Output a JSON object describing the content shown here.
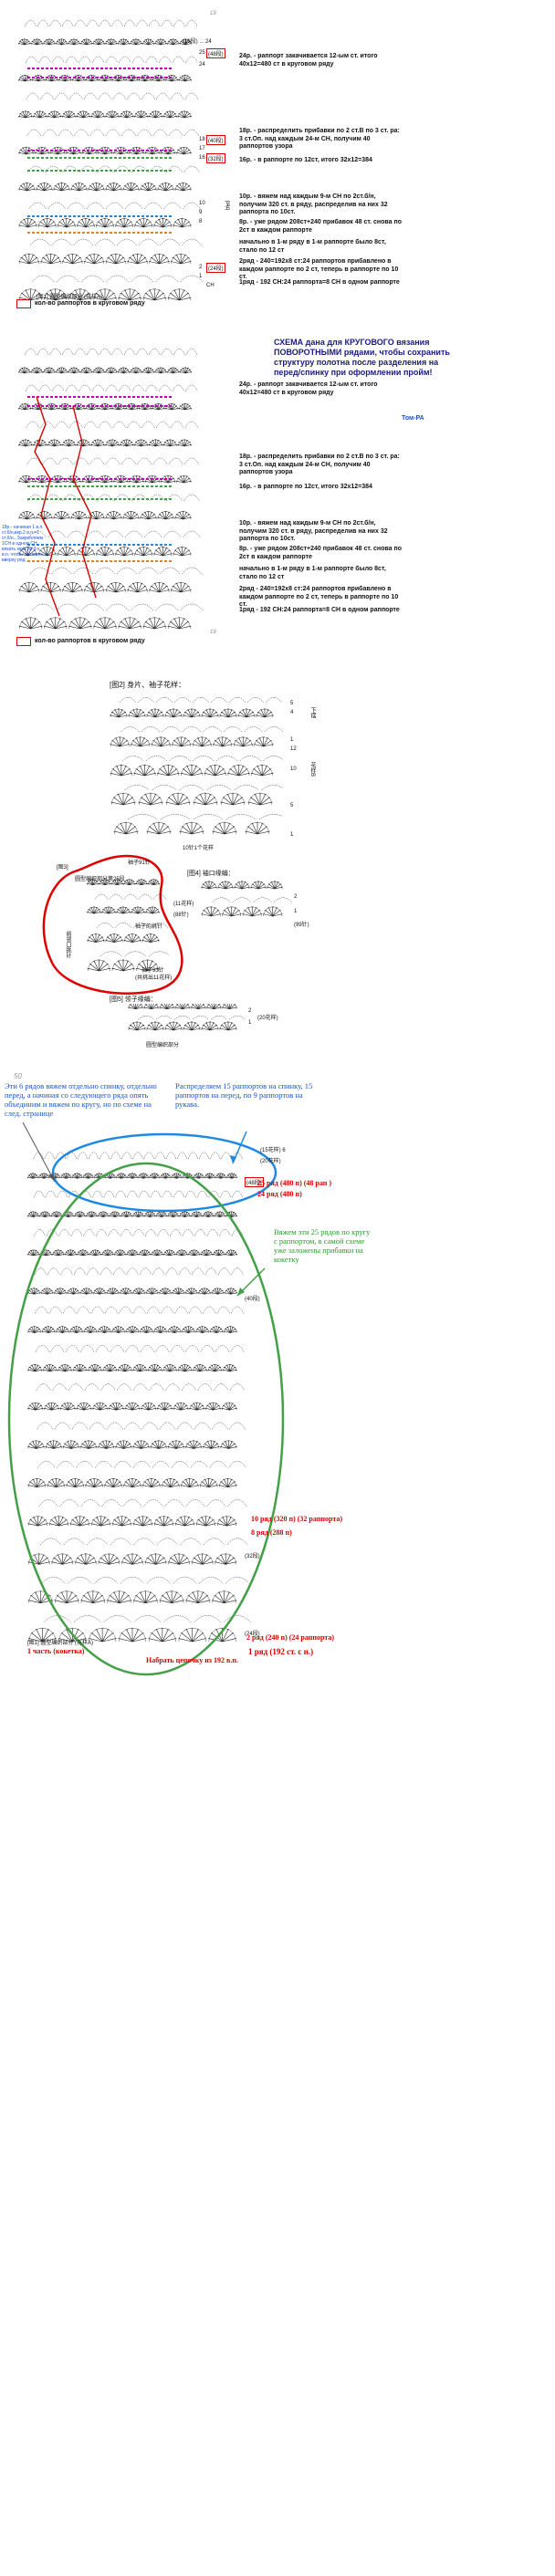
{
  "page_numbers": [
    "19",
    "19",
    "50"
  ],
  "legend_text": "кол-во раппортов в круговом ряду",
  "legend_text_2": "кол-во раппортов в круговом ряду",
  "note1": {
    "r24": "24р. - раппорт закачивается 12-ым ст. итого 40х12=480 ст в круговом ряду",
    "r18": "18р. - распределить прибавки по 2 ст.В по 3 ст. ра: 3 ст.Оп. над каждым 24-м СН, получим 40 раппортов узора",
    "r16": "16р. - в раппорте по 12ст, итого 32х12=384",
    "r10": "10р. - вяжем над каждым 9-м СН по 2ст.б/н, получим 320 ст. в ряду, распределив на них 32 раппорта по 10ст.",
    "r8": "8р. - уже рядом 208ст+240 прибавок 48 ст. снова по 2ст в каждом раппорте",
    "r4": "начально в 1-м ряду в 1-м раппорте было 8ст, стало по 12 ст",
    "r2": "2ряд - 240=192х8 ст:24 раппортов прибавлено в каждом раппорте по 2 ст, теперь в раппорте по 10 ст.",
    "r1": "1ряд - 192 СН:24 раппорта=8 СН в одном раппорте"
  },
  "chart1_labels": {
    "top": "(18段) ... 24",
    "r25": "25",
    "n48": "(48段)",
    "r24": "24",
    "r18": "18",
    "n40": "(40段)",
    "r17": "17",
    "r16": "16",
    "n32": "(32段)",
    "r10": "10",
    "r9": "9",
    "r8": "8",
    "r2": "2",
    "n24": "(24段)",
    "r1": "1",
    "ch": "CH",
    "raz": "ряд",
    "caption": "[图1] 圆型编织部分 (花样A)"
  },
  "scheme_title": "СХЕМА дана для КРУГОВОГО вязания ПОВОРОТНЫМИ рядами, чтобы сохранить структуру полотна после разделения на перед/спинку при оформлении пройм!",
  "scheme_author": "Том-РА",
  "left_note": "18р.- начиная 1 в.п. ст.б/н,вкр.2 в.п.+1 ст.б/н...Закрепляем 1СН в одном СН вязать хвак из 3-х в.п. чтобы оставить в вверху ряд",
  "fig2": {
    "caption": "[图2] 身片、袖子花样：",
    "r5": "5",
    "r4": "4",
    "r1a": "1",
    "r12": "12",
    "r10": "10",
    "r5b": "5",
    "r1b": "1",
    "side1": "下摆",
    "side2": "花样B",
    "bottom": "10针1个花样"
  },
  "fig3": {
    "caption": "[图3]",
    "t1": "袖子91针",
    "t2": "圆型编织部分第25段",
    "t3": "袖子的挑针",
    "t4": "袖子93针",
    "t5": "(共挑出11花样)",
    "t6": "前领口挑针"
  },
  "fig4": {
    "caption": "[图4] 袖口缘编：",
    "t1": "(11花样)",
    "t2": "(88针)",
    "t3": "(99针)",
    "r2": "2",
    "r1": "1"
  },
  "fig5": {
    "caption": "[图5] 领子缘编：",
    "t1": "(20花样)",
    "t2": "圆型编织部分",
    "r2": "2",
    "r1": "1"
  },
  "ann": {
    "blue_left": "Эти 6 рядов вяжем отдельно спинку, отдельно перед, а начиная со следующего ряда опять объединим и вяжем по кругу, но по схеме на след. странице",
    "blue_right": "Распределяем 15 раппортов на спинку, 15 раппортов на перед, по 9 раппортов на рукава.",
    "r25": "25 ряд (480 п) (48 рап )",
    "r24": "24 ряд (480 п)",
    "green": "Вяжем эти 25 рядов по кругу с раппортом, в самой схеме уже заложены прибавки на кокетку",
    "r10": "10 ряд (320 п) (32 раппорта)",
    "r8": "8 ряд (288 п)",
    "r2": "2 ряд (240 п) (24 раппорта)",
    "r1": "1 ряд (192 ст. с н.)",
    "part": "1 часть (кокетка)",
    "start": "Набрать цепочку из 192 в.п."
  },
  "chart3_labels": {
    "l1": "(15花样) 6",
    "l2": "(20花样)",
    "l3": "(48段)",
    "l4": "(40段)",
    "l5": "(32段)",
    "l6": "(24段)",
    "caption": "[图1] 圆型编织部分 (花样A)"
  }
}
